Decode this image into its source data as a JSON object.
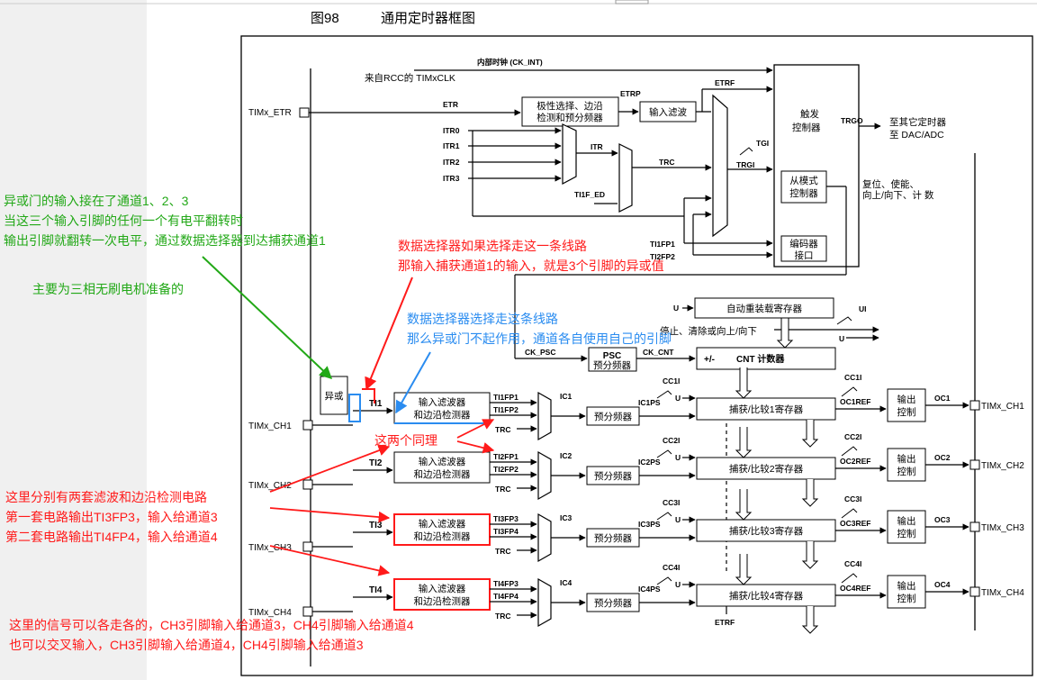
{
  "figure": {
    "number": "图98",
    "title": "通用定时器框图"
  },
  "blocks": {
    "internal_clock": "内部时钟 (CK_INT)",
    "rcc_clk": "来自RCC的 TIMxCLK",
    "etr_pin": "TIMx_ETR",
    "etr": "ETR",
    "etrp": "ETRP",
    "etrf": "ETRF",
    "etrf_bottom": "ETRF",
    "polarity_line1": "极性选择、边沿",
    "polarity_line2": "检测和预分频器",
    "input_filter": "输入滤波",
    "trigger_line1": "触发",
    "trigger_line2": "控制器",
    "trgo": "TRGO",
    "to_other_line1": "至其它定时器",
    "to_other_line2": "至 DAC/ADC",
    "slave_line1": "从模式",
    "slave_line2": "控制器",
    "reset_line1": "复位、使能、",
    "reset_line2": "向上/向下、计 数",
    "encoder_line1": "编码器",
    "encoder_line2": "接口",
    "itr0": "ITR0",
    "itr1": "ITR1",
    "itr2": "ITR2",
    "itr3": "ITR3",
    "itr": "ITR",
    "trc": "TRC",
    "tgi": "TGI",
    "trgi": "TRGI",
    "ti1f_ed": "TI1F_ED",
    "ti1fp1": "TI1FP1",
    "ti2fp2": "TI2FP2",
    "u_arr": "U",
    "arr": "自动重装载寄存器",
    "ui": "UI",
    "u_ui": "U",
    "stop_clear": "停止、清除或向上/向下",
    "ck_psc": "CK_PSC",
    "psc_line1": "PSC",
    "psc_line2": "预分频器",
    "ck_cnt": "CK_CNT",
    "cnt_sign": "+/-",
    "cnt": "CNT 计数器",
    "xor": "异或"
  },
  "channels": [
    {
      "pin": "TIMx_CH1",
      "ti": "TI1",
      "fp1": "TI1FP1",
      "fp2": "TI1FP2",
      "trc": "TRC",
      "ic": "IC1",
      "icps": "IC1PS",
      "cci": "CC1I",
      "u": "U",
      "ccr": "捕获/比较1寄存器",
      "ref": "OC1REF",
      "oc": "OC1",
      "out": "TIMx_CH1"
    },
    {
      "pin": "TIMx_CH2",
      "ti": "TI2",
      "fp1": "TI2FP1",
      "fp2": "TI2FP2",
      "trc": "TRC",
      "ic": "IC2",
      "icps": "IC2PS",
      "cci": "CC2I",
      "u": "U",
      "ccr": "捕获/比较2寄存器",
      "ref": "OC2REF",
      "oc": "OC2",
      "out": "TIMx_CH2"
    },
    {
      "pin": "TIMx_CH3",
      "ti": "TI3",
      "fp1": "TI3FP3",
      "fp2": "TI3FP4",
      "trc": "TRC",
      "ic": "IC3",
      "icps": "IC3PS",
      "cci": "CC3I",
      "u": "U",
      "ccr": "捕获/比较3寄存器",
      "ref": "OC3REF",
      "oc": "OC3",
      "out": "TIMx_CH3"
    },
    {
      "pin": "TIMx_CH4",
      "ti": "TI4",
      "fp1": "TI4FP3",
      "fp2": "TI4FP4",
      "trc": "TRC",
      "ic": "IC4",
      "icps": "IC4PS",
      "cci": "CC4I",
      "u": "U",
      "ccr": "捕获/比较4寄存器",
      "ref": "OC4REF",
      "oc": "OC4",
      "out": "TIMx_CH4"
    }
  ],
  "channel_blocks": {
    "filter_line1": "输入滤波器",
    "filter_line2": "和边沿检测器",
    "prescaler": "预分频器",
    "output_line1": "输出",
    "output_line2": "控制"
  },
  "annotations": {
    "green_1": "异或门的输入接在了通道1、2、3",
    "green_2": "当这三个输入引脚的任何一个有电平翻转时",
    "green_3": "输出引脚就翻转一次电平，通过数据选择器到达捕获通道1",
    "green_4": "主要为三相无刷电机准备的",
    "red_mux_1": "数据选择器如果选择走这一条线路",
    "red_mux_2": "那输入捕获通道1的输入，就是3个引脚的异或值",
    "blue_1": "数据选择器选择走这条线路",
    "blue_2": "那么异或门不起作用，通道各自使用自己的引脚",
    "red_same": "这两个同理",
    "red_two_1": "这里分别有两套滤波和边沿检测电路",
    "red_two_2": "第一套电路输出TI3FP3，输入给通道3",
    "red_two_3": "第二套电路输出TI4FP4，输入给通道4",
    "red_cross_1": "这里的信号可以各走各的，CH3引脚输入给通道3，CH4引脚输入给通道4",
    "red_cross_2": "也可以交叉输入，CH3引脚输入给通道4，CH4引脚输入给通道3"
  },
  "colors": {
    "sidebar": "#f0f0f0",
    "green": "#22a817",
    "red": "#ff1a1a",
    "blue": "#2a8cf0",
    "ink": "#000000"
  }
}
